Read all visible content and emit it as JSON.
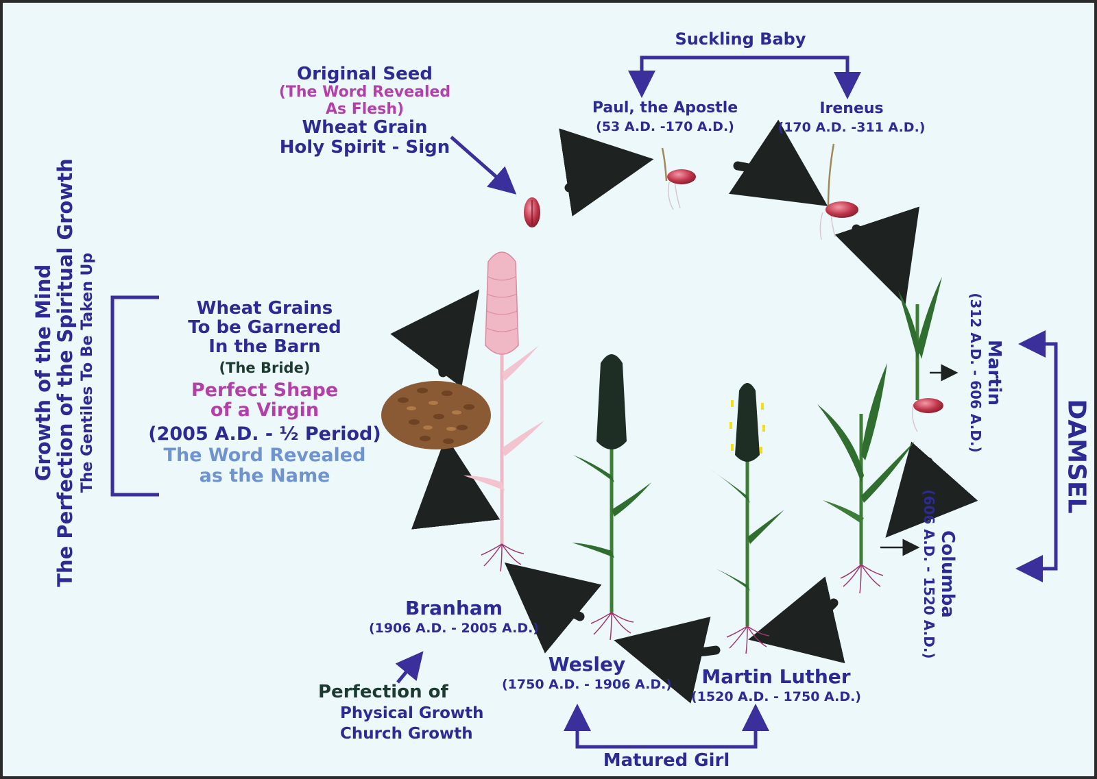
{
  "colors": {
    "label": "#2e2a93",
    "accent_magenta": "#b240a8",
    "dark_green_text": "#1d3a31",
    "light_blue_text": "#6f93cc",
    "arrow_black": "#1e2221",
    "bracket_indigo": "#3b2f9c",
    "seed_red": "#c0344a",
    "ripe_wheat_pink": "#f0b7c4",
    "green_wheat": "#2f6e2e",
    "dark_wheat_head": "#1f2e25",
    "grain_brown": "#8a5a34",
    "background": "#edf8fb"
  },
  "original_seed": {
    "title": "Original Seed",
    "sub1": "(The Word Revealed",
    "sub2": "As Flesh)",
    "line3": "Wheat Grain",
    "line4": "Holy Spirit - Sign"
  },
  "suckling_baby": {
    "label": "Suckling Baby"
  },
  "paul": {
    "name": "Paul, the Apostle",
    "dates": "(53 A.D. -170 A.D.)"
  },
  "ireneus": {
    "name": "Ireneus",
    "dates": "(170 A.D. -311 A.D.)"
  },
  "martin": {
    "name": "Martin",
    "dates": "(312 A.D. - 606 A.D.)"
  },
  "columba": {
    "name": "Columba",
    "dates": "(606 A.D. - 1520 A.D.)"
  },
  "damsel": {
    "label": "DAMSEL"
  },
  "martin_luther": {
    "name": "Martin Luther",
    "dates": "(1520 A.D. - 1750 A.D.)"
  },
  "wesley": {
    "name": "Wesley",
    "dates": "(1750 A.D. - 1906 A.D.)"
  },
  "matured_girl": {
    "label": "Matured Girl"
  },
  "branham": {
    "name": "Branham",
    "dates": "(1906 A.D. - 2005 A.D.)"
  },
  "perfection": {
    "line1": "Perfection of",
    "line2": "Physical Growth",
    "line3": "Church Growth"
  },
  "bride_block": {
    "line1": "Wheat Grains",
    "line2": "To be Garnered",
    "line3": "In the Barn",
    "line4": "(The Bride)",
    "line5": "Perfect Shape",
    "line6": "of a Virgin",
    "line7": "(2005 A.D. - ½ Period)",
    "line8": "The Word Revealed",
    "line9": "as the Name"
  },
  "side_vertical": {
    "line1": "Growth of the Mind",
    "line2": "The Perfection of the Spiritual Growth",
    "line3": "The Gentiles To Be Taken Up"
  }
}
